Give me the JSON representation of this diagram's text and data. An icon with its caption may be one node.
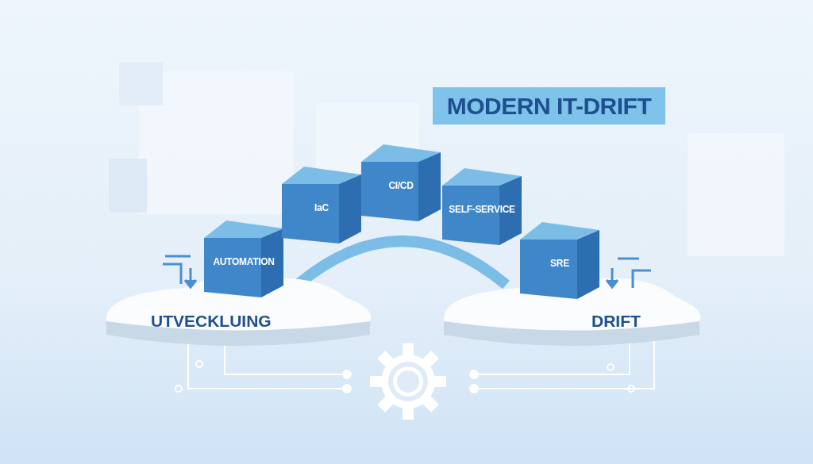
{
  "diagram": {
    "title": "MODERN IT-DRIFT",
    "nodes": [
      {
        "text": [
          "UTVECKLUING"
        ]
      },
      {
        "text": [
          "DRIFT"
        ]
      },
      {
        "text": [
          "AUTOMATION"
        ]
      },
      {
        "text": [
          "IaC"
        ]
      },
      {
        "text": [
          "CI/CD"
        ]
      },
      {
        "text": [
          "SELF-SERVICE"
        ]
      },
      {
        "text": [
          "SRE"
        ]
      }
    ],
    "edges": [
      {
        "from": 0,
        "to": 1,
        "arrow": "none"
      }
    ]
  }
}
